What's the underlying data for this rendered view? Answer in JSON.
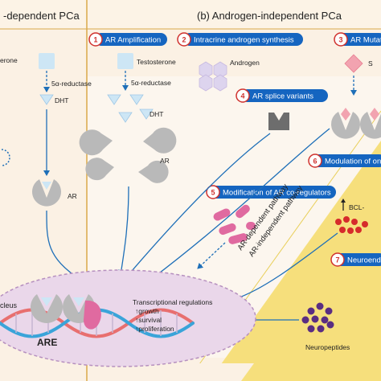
{
  "headers": {
    "left": "-dependent PCa",
    "right": "(b) Androgen-independent PCa"
  },
  "mechanisms": [
    {
      "num": "1",
      "label": "AR Amplification"
    },
    {
      "num": "2",
      "label": "Intracrine androgen synthesis"
    },
    {
      "num": "3",
      "label": "AR Mutat"
    },
    {
      "num": "4",
      "label": "AR splice variants"
    },
    {
      "num": "5",
      "label": "Modification of AR co-regulators"
    },
    {
      "num": "6",
      "label": "Modulation of on"
    },
    {
      "num": "7",
      "label": "Neuroendo"
    }
  ],
  "labels": {
    "left_testosterone": "erone",
    "left_reductase": "5α-reductase",
    "left_dht": "DHT",
    "left_ar": "AR",
    "mid_testosterone": "Testosterone",
    "mid_reductase": "5α-reductase",
    "mid_dht": "DHT",
    "mid_ar": "AR",
    "androgen": "Androgen",
    "right_s": "S",
    "bcl": "BCL-",
    "nucleus": "cleus",
    "are": "ARE",
    "neuropeptides": "Neuropeptides",
    "pathway_dep": "AR-dependent pathway",
    "pathway_indep": "AR-independent pathway"
  },
  "transcription": {
    "title": "Transcriptional regulations",
    "items": [
      "↑growth",
      "↑survival",
      "↑proliferation"
    ]
  },
  "colors": {
    "pill_blue": "#1565c0",
    "num_red": "#d0312d",
    "gray_ar": "#b9b9b9",
    "nucleus": "#ead7ea",
    "yellow_zone": "#f6df7c",
    "peach": "#fbeee0",
    "header_bg": "#fcf3e6",
    "pink": "#e06aa0",
    "purple": "#5a2d82",
    "red_dot": "#d62b2b"
  }
}
